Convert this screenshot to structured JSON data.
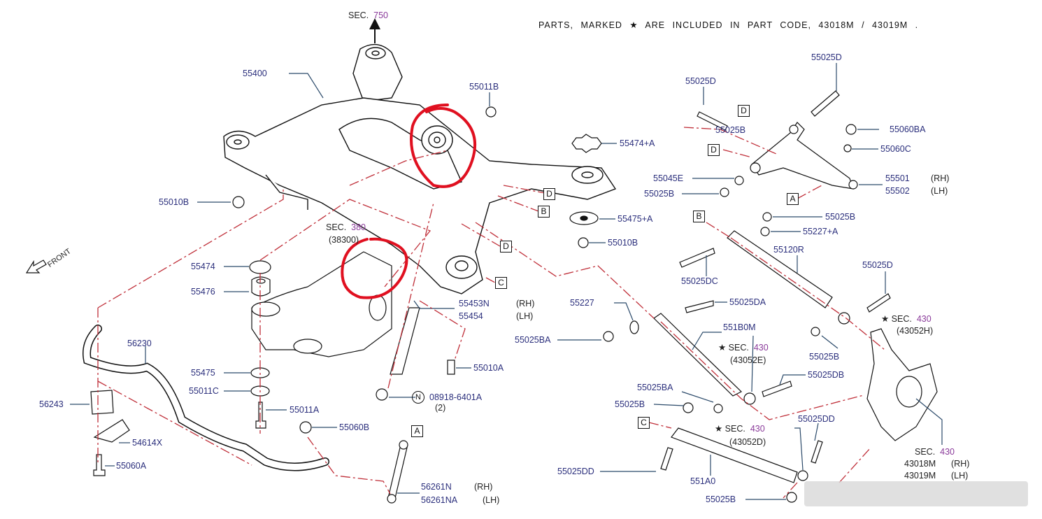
{
  "header": {
    "sec_top_prefix": "SEC.",
    "sec_top_num": "750",
    "note": "PARTS, MARKED ★ ARE INCLUDED IN PART CODE, 43018M / 43019M ."
  },
  "front_label": "FRONT",
  "labels": [
    "55400",
    "55011B",
    "55474+A",
    "55010B",
    "55010B",
    "55475+A",
    "55474",
    "55476",
    "55453N",
    "(RH)",
    "55454",
    "(LH)",
    "56230",
    "55475",
    "55011C",
    "55010A",
    "56243",
    "55011A",
    "08918-6401A",
    "(2)",
    "54614X",
    "55060B",
    "55060A",
    "56261N",
    "(RH)",
    "56261NA",
    "(LH)",
    "55025D",
    "55025D",
    "55025B",
    "55060BA",
    "55060C",
    "55045E",
    "55025B",
    "55501",
    "(RH)",
    "55502",
    "(LH)",
    "55025B",
    "55227+A",
    "55120R",
    "55025D",
    "55025DC",
    "55227",
    "55025DA",
    "55025BA",
    "551B0M",
    "55025B",
    "55025DB",
    "55025BA",
    "55025B",
    "55025DD",
    "55025DD",
    "551A0",
    "55025B"
  ],
  "sections": [
    {
      "prefix": "SEC.",
      "num": "380",
      "sub": "(38300)"
    },
    {
      "prefix": "★ SEC.",
      "num": "430",
      "sub": "(43052H)"
    },
    {
      "prefix": "★ SEC.",
      "num": "430",
      "sub": "(43052E)"
    },
    {
      "prefix": "★ SEC.",
      "num": "430",
      "sub": "(43052D)"
    },
    {
      "prefix": "SEC.",
      "num": "430",
      "sub1": "43018M",
      "sub1b": "(RH)",
      "sub2": "43019M",
      "sub2b": "(LH)"
    }
  ],
  "ref_boxes": [
    "D",
    "B",
    "D",
    "C",
    "D",
    "D",
    "A",
    "B",
    "C",
    "A"
  ],
  "n_mark": "N",
  "colors": {
    "label": "#2b2f7c",
    "section": "#8a3a9a",
    "dash": "#c0303a",
    "highlight": "#e01020"
  }
}
